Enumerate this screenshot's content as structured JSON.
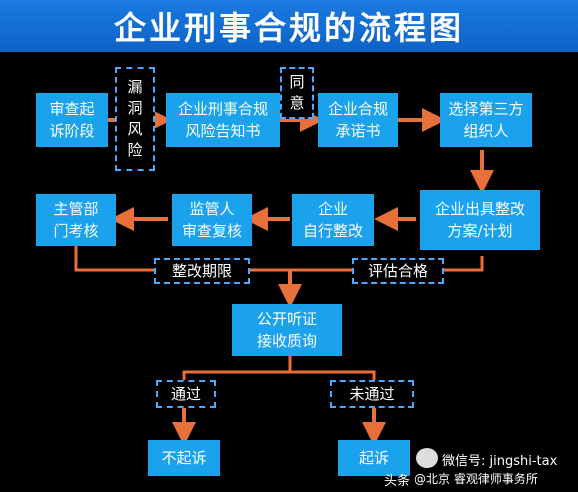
{
  "title": "企业刑事合规的流程图",
  "nodes": {
    "review_prosecution": "审查起\n诉阶段",
    "risk_notice": "企业刑事合规\n风险告知书",
    "compliance_promise": "企业合规\n承诺书",
    "select_third_party": "选择第三方\n组织人",
    "rectify_plan": "企业出具整改\n方案/计划",
    "self_rectify": "企业\n自行整改",
    "supervisor_review": "监管人\n审查复核",
    "dept_assessment": "主管部\n门考核",
    "public_hearing": "公开听证\n接收质询",
    "no_prosecution": "不起诉",
    "prosecution": "起诉"
  },
  "labels": {
    "loophole_risk": "漏\n洞\n风\n险",
    "agree": "同\n意",
    "rectify_deadline": "整改期限",
    "assessment_pass": "评估合格",
    "passed": "通过",
    "not_passed": "未通过"
  },
  "watermark": {
    "wechat": "微信号: jingshi-tax",
    "toutiao": "头条",
    "firm": "@北京 睿观律师事务所"
  },
  "colors": {
    "node_fill": "#1aa3ec",
    "arrow": "#e8703a",
    "dashed_border": "#4aa8ff",
    "title_bg": "#0d62c7"
  }
}
